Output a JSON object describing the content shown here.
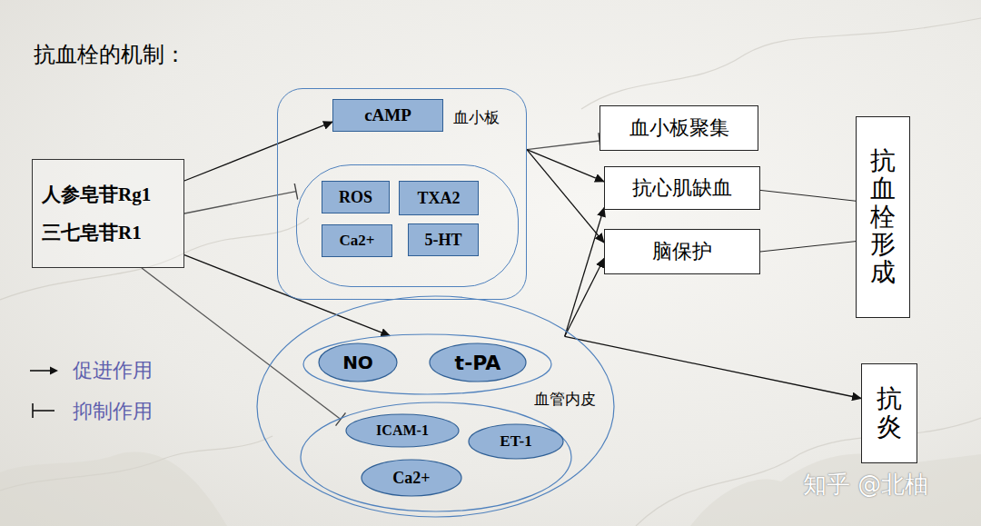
{
  "diagram": {
    "title": "抗血栓的机制：",
    "nodes": [
      {
        "text": [
          "人参皂苷Rg1",
          "三七皂苷R1"
        ]
      },
      {
        "text": [
          "血小板"
        ]
      },
      {
        "text": [
          "cAMP"
        ],
        "in": 1
      },
      {
        "text": [],
        "in": 1
      },
      {
        "text": [
          "ROS"
        ],
        "in": 3
      },
      {
        "text": [
          "TXA2"
        ],
        "in": 3
      },
      {
        "text": [
          "Ca2+"
        ],
        "in": 3
      },
      {
        "text": [
          "5-HT"
        ],
        "in": 3
      },
      {
        "text": [
          "血管内皮"
        ]
      },
      {
        "text": [],
        "in": 8
      },
      {
        "text": [
          "NO"
        ],
        "in": 9
      },
      {
        "text": [
          "t-PA"
        ],
        "in": 9
      },
      {
        "text": [],
        "in": 8
      },
      {
        "text": [
          "ICAM-1"
        ],
        "in": 12
      },
      {
        "text": [
          "ET-1"
        ],
        "in": 12
      },
      {
        "text": [
          "Ca2+"
        ],
        "in": 12
      },
      {
        "text": [
          "血小板聚集"
        ]
      },
      {
        "text": [
          "抗心肌缺血"
        ]
      },
      {
        "text": [
          "脑保护"
        ]
      },
      {
        "text": [
          "抗血栓形成"
        ]
      },
      {
        "text": [
          "抗炎"
        ]
      }
    ],
    "edges": [
      {
        "from": 0,
        "to": 2,
        "arrow": "to"
      },
      {
        "from": 0,
        "to": 3,
        "arrow": "to"
      },
      {
        "from": 0,
        "to": 9,
        "arrow": "to"
      },
      {
        "from": 0,
        "to": 12,
        "arrow": "to"
      },
      {
        "from": 1,
        "to": 16,
        "arrow": "to"
      },
      {
        "from": 1,
        "to": 17,
        "arrow": "to"
      },
      {
        "from": 1,
        "to": 18,
        "arrow": "to"
      },
      {
        "from": 8,
        "to": 17,
        "arrow": "to"
      },
      {
        "from": 8,
        "to": 18,
        "arrow": "to"
      },
      {
        "from": 8,
        "to": 20,
        "arrow": "to"
      },
      {
        "from": 17,
        "to": 19,
        "arrow": "none"
      },
      {
        "from": 18,
        "to": 19,
        "arrow": "none"
      }
    ],
    "labels": [
      "知乎 @北柚"
    ],
    "legend": [
      {
        "text": "促进作用"
      },
      {
        "text": "抑制作用"
      }
    ]
  }
}
